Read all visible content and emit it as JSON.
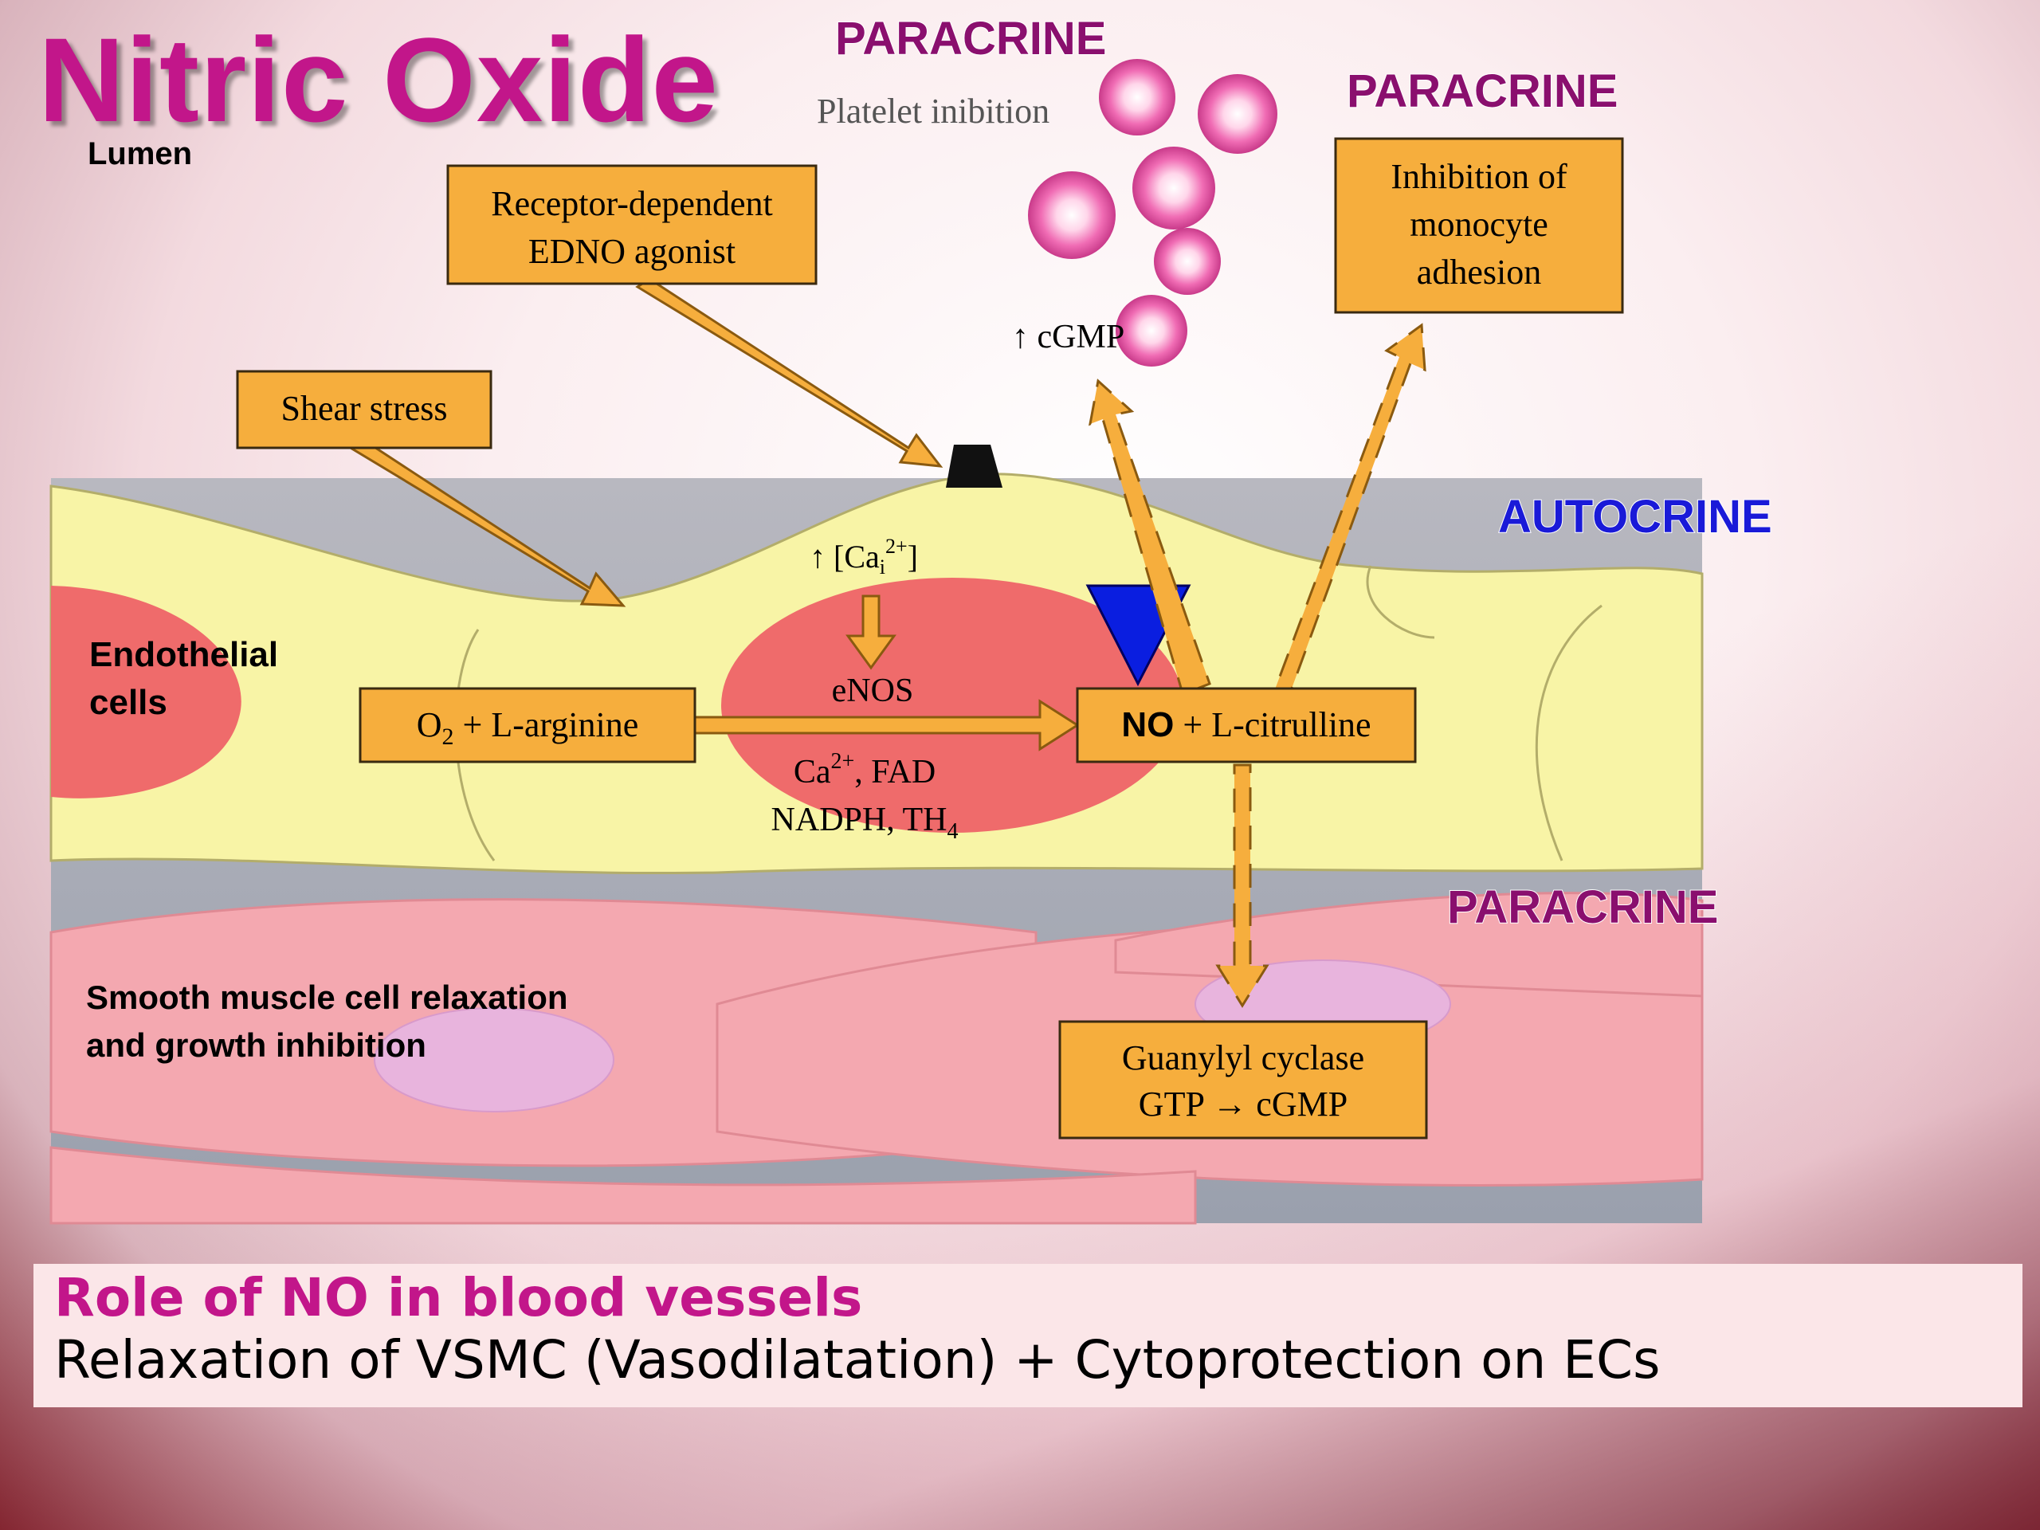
{
  "title": "Nitric Oxide",
  "lumen_label": "Lumen",
  "labels": {
    "paracrine_top": "PARACRINE",
    "paracrine_right": "PARACRINE",
    "autocrine": "AUTOCRINE",
    "paracrine_bottom": "PARACRINE",
    "platelet_inhibition": "Platelet inibition",
    "cgmp_up": "↑ cGMP",
    "calcium": "↑ [Ca",
    "calcium_sub": "i",
    "calcium_sup": "2+",
    "calcium_end": "]",
    "enos": "eNOS",
    "cofactors_line1_a": "Ca",
    "cofactors_line1_sup": "2+",
    "cofactors_line1_b": ", FAD",
    "cofactors_line2_a": "NADPH, TH",
    "cofactors_line2_sub": "4",
    "endothelial_line1": "Endothelial",
    "endothelial_line2": "cells",
    "smooth_line1": "Smooth muscle cell relaxation",
    "smooth_line2": "and growth inhibition"
  },
  "boxes": {
    "receptor_line1": "Receptor-dependent",
    "receptor_line2": "EDNO agonist",
    "shear_stress": "Shear stress",
    "monocyte_line1": "Inhibition of",
    "monocyte_line2": "monocyte",
    "monocyte_line3": "adhesion",
    "substrate_a": "O",
    "substrate_sub": "2",
    "substrate_b": " + L-arginine",
    "product_bold": "NO",
    "product_rest": " + L-citrulline",
    "guanylyl_line1": "Guanylyl cyclase",
    "guanylyl_line2": "GTP → cGMP"
  },
  "caption": {
    "title": "Role of NO in blood vessels",
    "subtitle": "Relaxation of VSMC (Vasodilatation) + Cytoprotection on ECs"
  },
  "colors": {
    "title": "#c2168a",
    "paracrine": "#8a0f6e",
    "autocrine": "#1a1ad8",
    "box_fill": "#f6ae3d",
    "endothelium": "#f8f4a6",
    "nucleus": "#ef6b6b",
    "smooth_muscle": "#f4a8b0",
    "interstitium": "#bdbdc4",
    "receptor_marker": "#0a1ee0"
  }
}
